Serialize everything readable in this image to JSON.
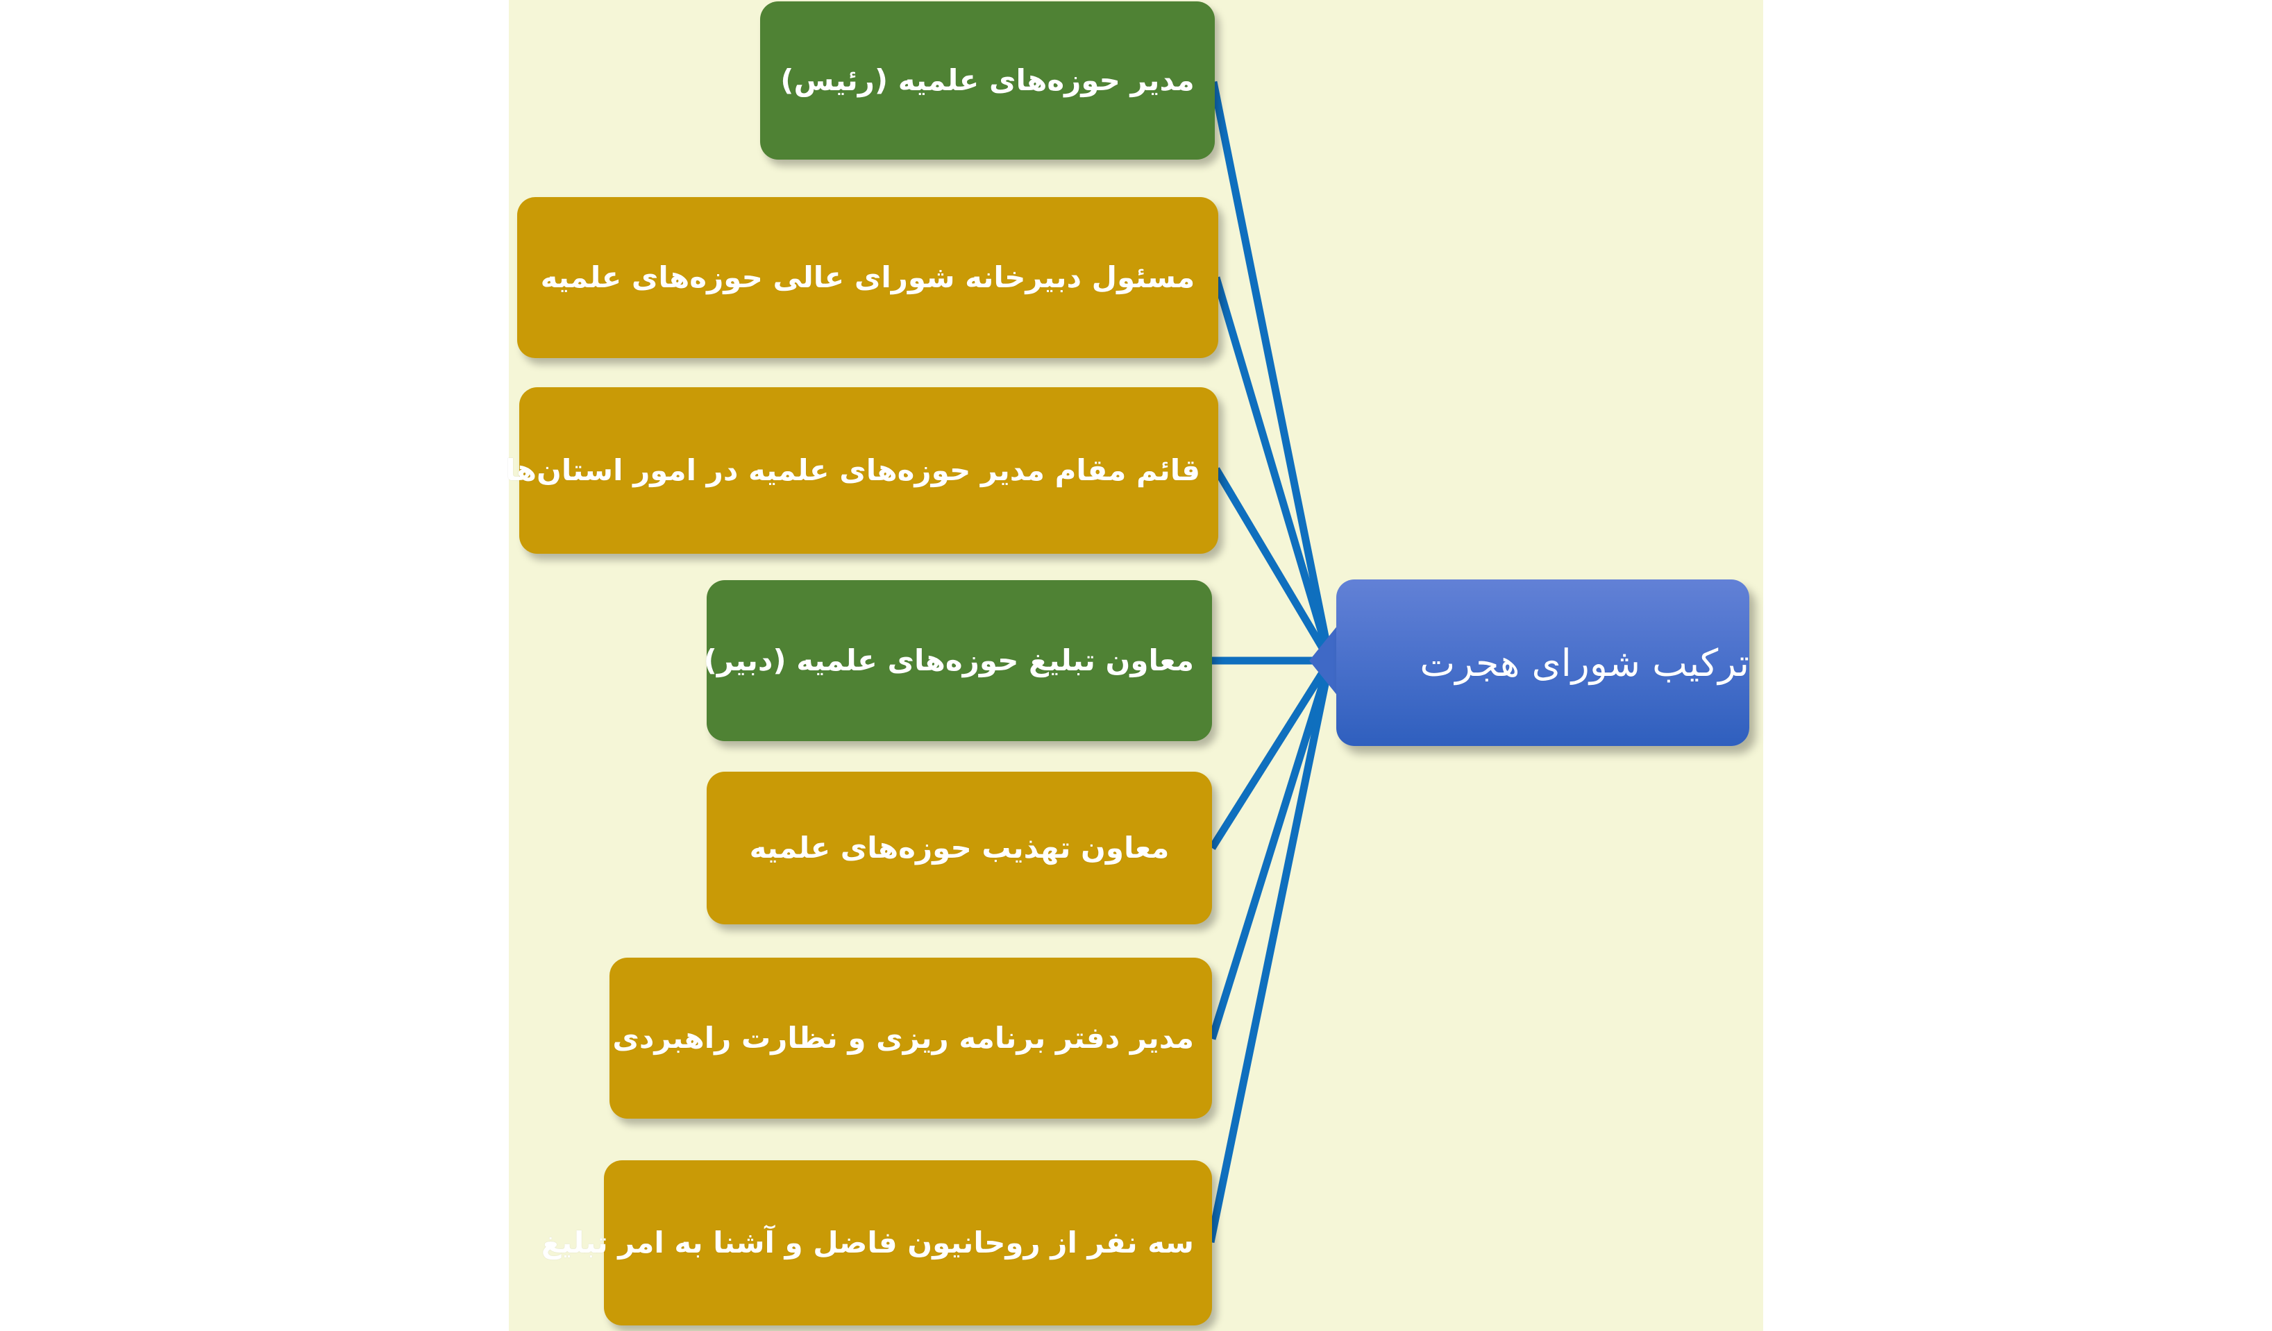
{
  "diagram": {
    "kind": "radial-org-chart",
    "title": "ترکیب شورای هجرت",
    "language": "fa",
    "direction": "rtl",
    "colors": {
      "page_background": "#ffffff",
      "panel_background": "#f5f6d7",
      "green_node": "#4f8234",
      "gold_node": "#c99a06",
      "blue_node_top": "#6281d6",
      "blue_node_bottom": "#2f5fbe",
      "connector": "#0f6fbe",
      "node_text": "#ffffff"
    },
    "center": {
      "label": "ترکیب شورای هجرت",
      "color": "blue"
    },
    "members": [
      {
        "id": "m1",
        "label": "مدیر حوزه‌های علمیه (رئیس)",
        "color": "green"
      },
      {
        "id": "m2",
        "label": "مسئول دبیرخانه شورای عالی حوزه‌های علمیه",
        "color": "gold"
      },
      {
        "id": "m3",
        "label": "قائم مقام مدیر حوزه‌های علمیه در امور استان‌ها",
        "color": "gold"
      },
      {
        "id": "m4",
        "label": "معاون تبلیغ حوزه‌های علمیه (دبیر)",
        "color": "green"
      },
      {
        "id": "m5",
        "label": "معاون تهذیب حوزه‌های علمیه",
        "color": "gold"
      },
      {
        "id": "m6",
        "label": "مدیر دفتر برنامه ریزی و نظارت راهبردی",
        "color": "gold"
      },
      {
        "id": "m7",
        "label": "سه نفر از روحانیون فاضل و آشنا به امر تبلیغ",
        "color": "gold"
      }
    ],
    "connections": [
      {
        "from": "m1",
        "to": "center"
      },
      {
        "from": "m2",
        "to": "center"
      },
      {
        "from": "m3",
        "to": "center"
      },
      {
        "from": "m4",
        "to": "center"
      },
      {
        "from": "m5",
        "to": "center"
      },
      {
        "from": "m6",
        "to": "center"
      },
      {
        "from": "m7",
        "to": "center"
      }
    ]
  }
}
